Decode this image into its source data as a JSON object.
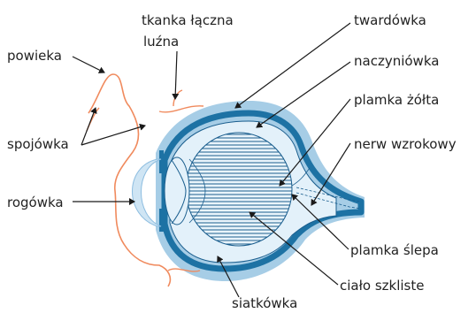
{
  "labels": {
    "powieka": "powieka",
    "tkanka_line1": "tkanka łączna",
    "tkanka_line2": "luźna",
    "twardowka": "twardówka",
    "naczyniowka": "naczyniówka",
    "plamka_zolta": "plamka żółta",
    "spojowka": "spojówka",
    "nerw_wzrokowy": "nerw wzrokowy",
    "rogowka": "rogówka",
    "plamka_slepa": "plamka ślepa",
    "cialo_szkliste": "ciało szkliste",
    "siatkowka": "siatkówka"
  },
  "colors": {
    "sclera": "#a6cde6",
    "choroid": "#1d72a4",
    "retina_fill": "#e3f1fa",
    "line": "#1a5e8e",
    "skin": "#f08a5d",
    "leader": "#1a1a1a",
    "cornea": "#cfe5f4"
  }
}
